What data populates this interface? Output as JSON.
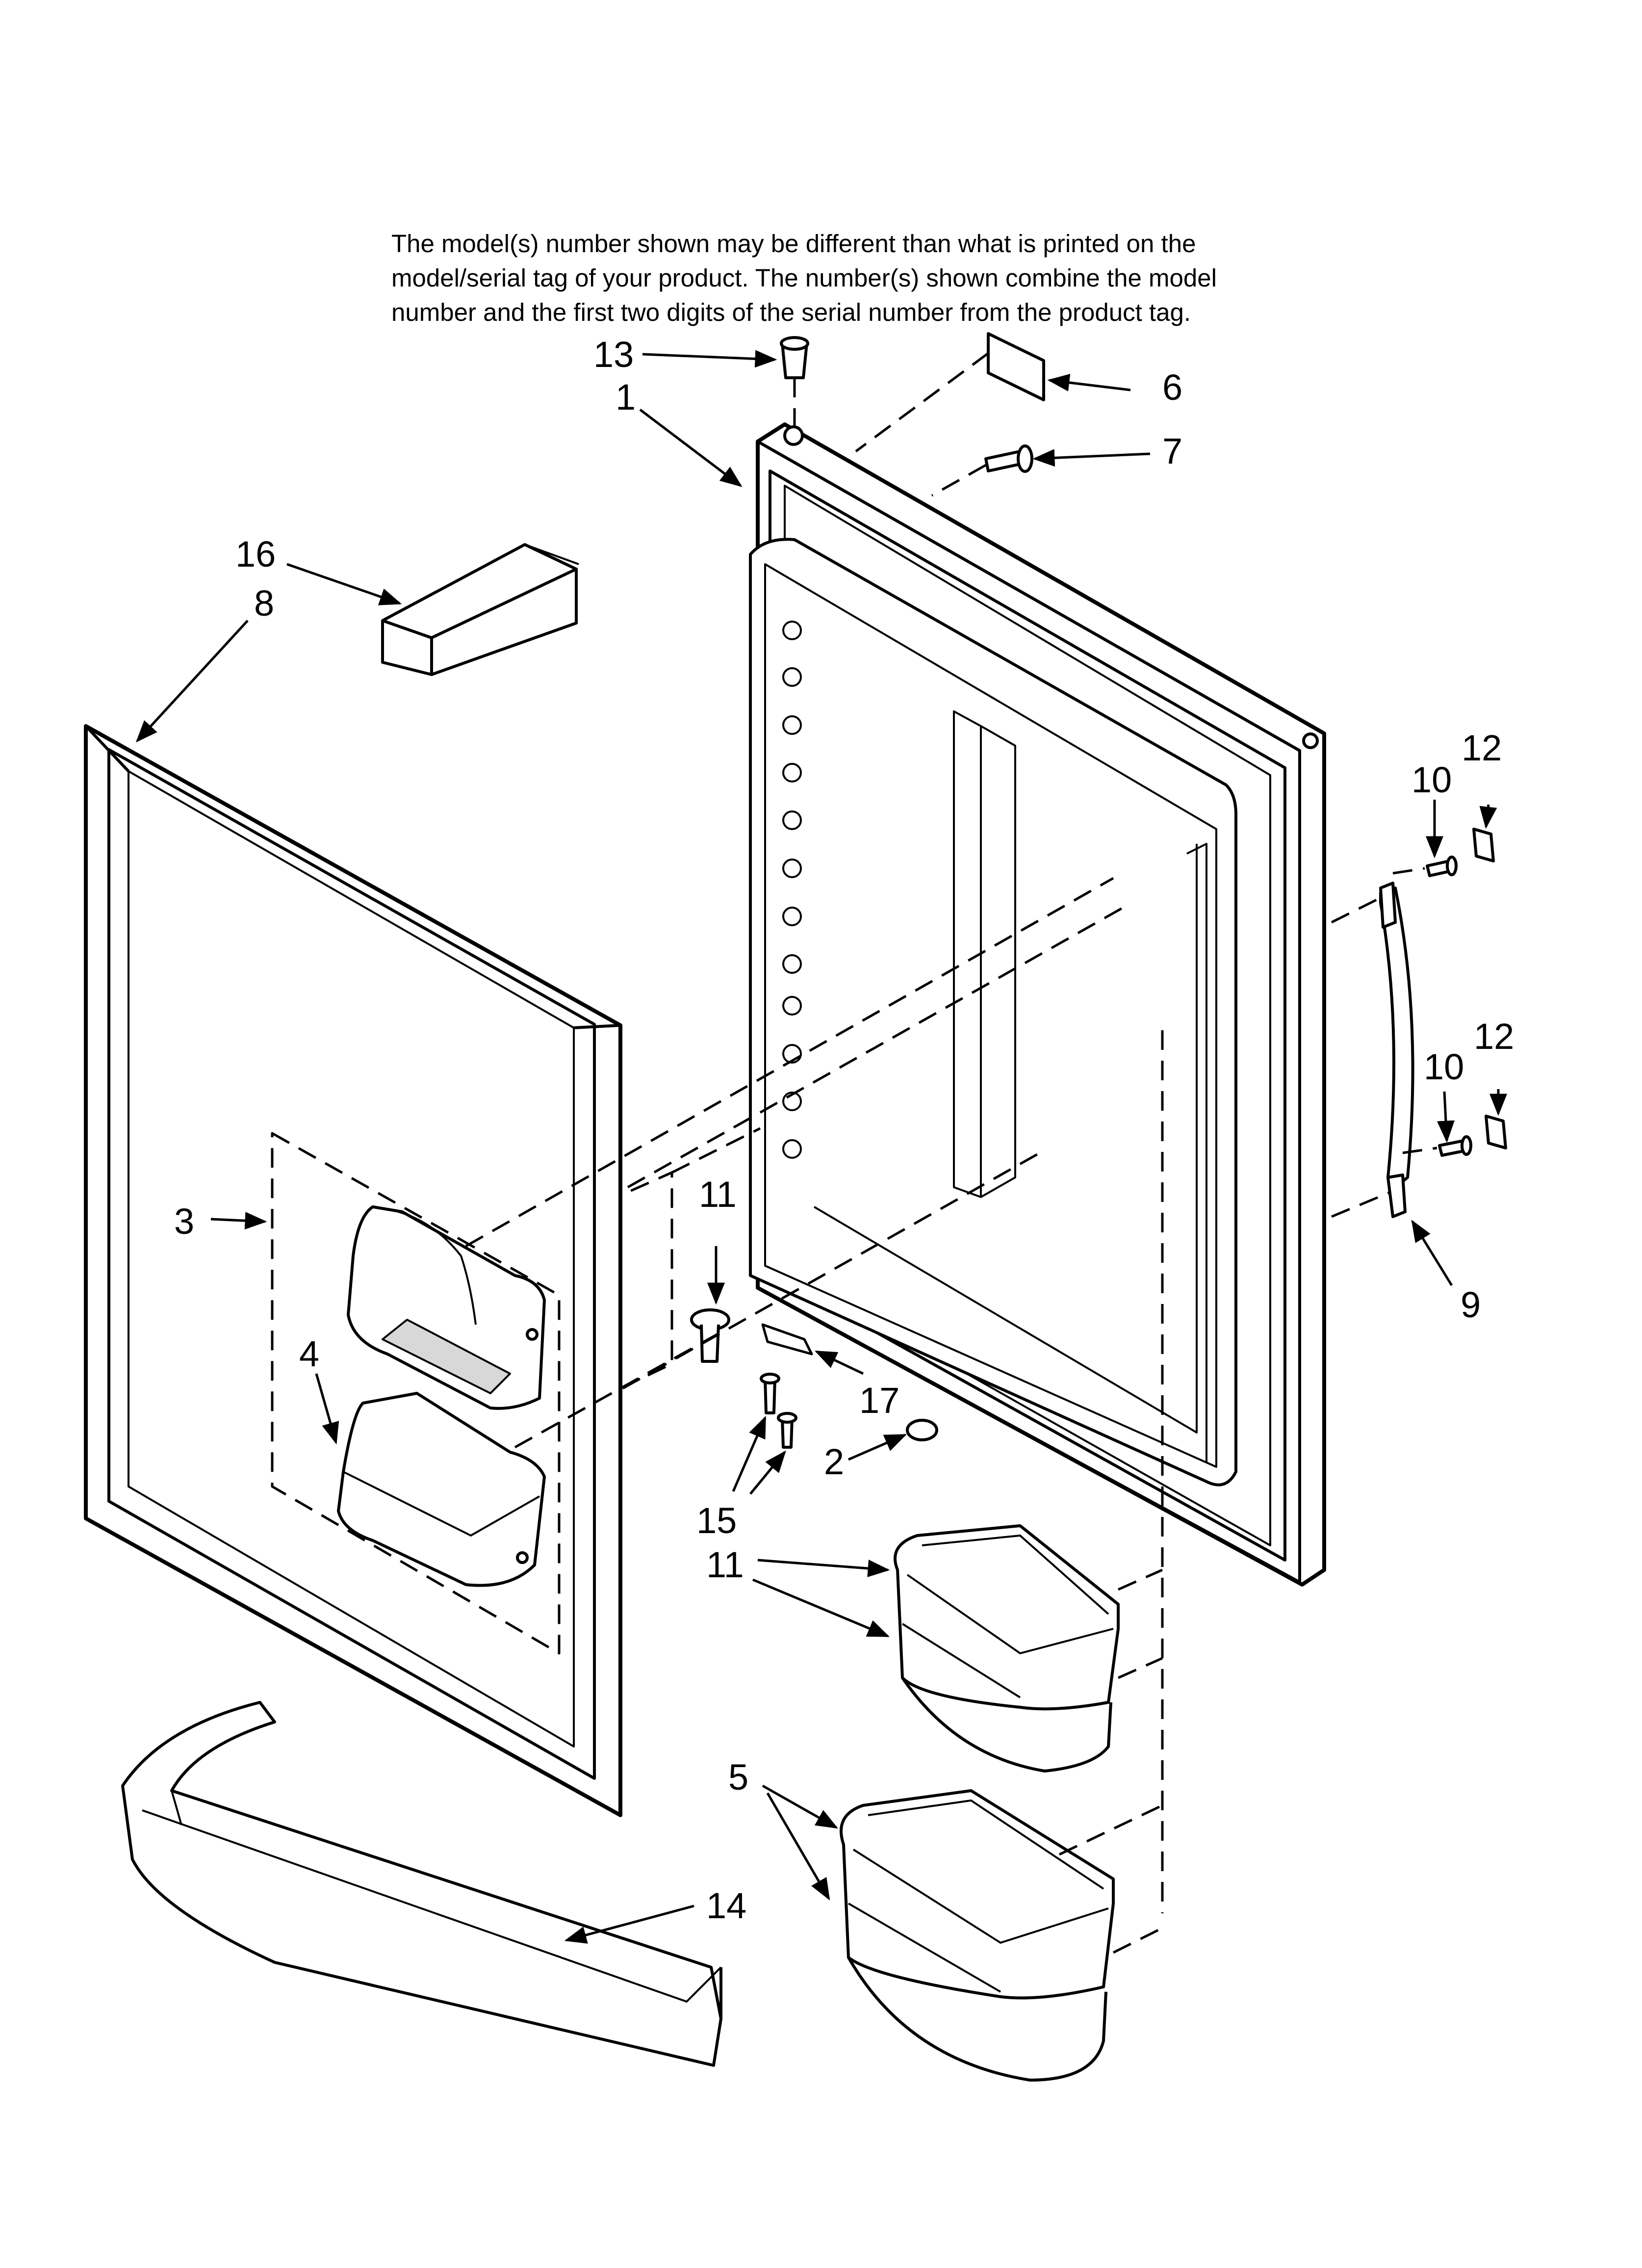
{
  "note": {
    "line1": "The model(s) number shown may be different than what is printed on the",
    "line2": "model/serial tag of your product. The number(s) shown combine the model",
    "line3": "number and the first two digits of the serial number from the product tag."
  },
  "callouts": {
    "c13": "13",
    "c1": "1",
    "c6": "6",
    "c7": "7",
    "c16": "16",
    "c8": "8",
    "c12a": "12",
    "c10a": "10",
    "c12b": "12",
    "c10b": "10",
    "c3": "3",
    "c11a": "11",
    "c4": "4",
    "c9": "9",
    "c17": "17",
    "c2": "2",
    "c15": "15",
    "c11b": "11",
    "c5": "5",
    "c14": "14"
  },
  "colors": {
    "line": "#000000",
    "background": "#ffffff",
    "part_fill": "#ffffff",
    "shade": "#d8d8d8"
  }
}
